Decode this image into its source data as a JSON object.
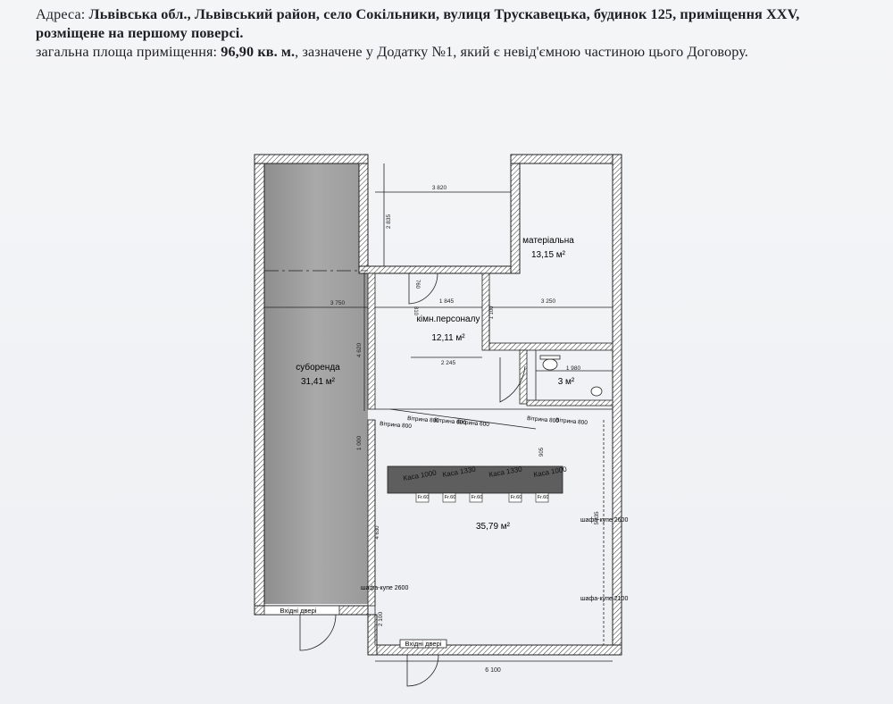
{
  "header": {
    "line1_prefix": "Адреса: ",
    "line1_bold": "Львівська обл., Львівський район, село Сокільники, вулиця Трускавецька, будинок 125, приміщення XXV,",
    "line2_bold": "розміщене на першому поверсі.",
    "line3_prefix": "загальна площа приміщення: ",
    "line3_bold": "96,90 кв. м.",
    "line3_suffix": ", зазначене у Додатку №1, який є невід'ємною частиною цього Договору."
  },
  "plan": {
    "rooms": {
      "sublease_name": "суборенда",
      "sublease_area": "31,41 м²",
      "materials_name": "матеріальна",
      "materials_area": "13,15 м²",
      "staff_name": "кімн.персоналу",
      "staff_area": "12,11 м²",
      "wc_area": "3 м²",
      "main_area": "35,79 м²"
    },
    "dimensions": {
      "d3820": "3 820",
      "d2835": "2 835",
      "d3750": "3 750",
      "d1845": "1 845",
      "d3250": "3 250",
      "d4620": "4 620",
      "d2245": "2 245",
      "d1980": "1 980",
      "d1000": "1 000",
      "d2100": "2 100",
      "d6100": "6 100",
      "d810": "810",
      "d760": "760",
      "d1100": "1 100",
      "d5835": "5 835",
      "d4630": "4 630",
      "d905": "905"
    },
    "vitrines": [
      "Вітрина 800",
      "Вітрина 800",
      "Вітрина 600",
      "Вітрина 600",
      "Вітрина 800",
      "Вітрина 800"
    ],
    "cash_desks": [
      "Каса 1000",
      "Каса 1330",
      "Каса 1330",
      "Каса 1000"
    ],
    "fridges": [
      "Fr.60",
      "Fr.60",
      "Fr.60",
      "Fr.60",
      "Fr.60"
    ],
    "wardrobes": {
      "w1": "шафа-купе 2600",
      "w2": "шафа-купе 2600",
      "w3": "шафа-купе 2100"
    },
    "doors": {
      "entry1": "Вхідні двері",
      "entry2": "Вхідні двері"
    }
  }
}
